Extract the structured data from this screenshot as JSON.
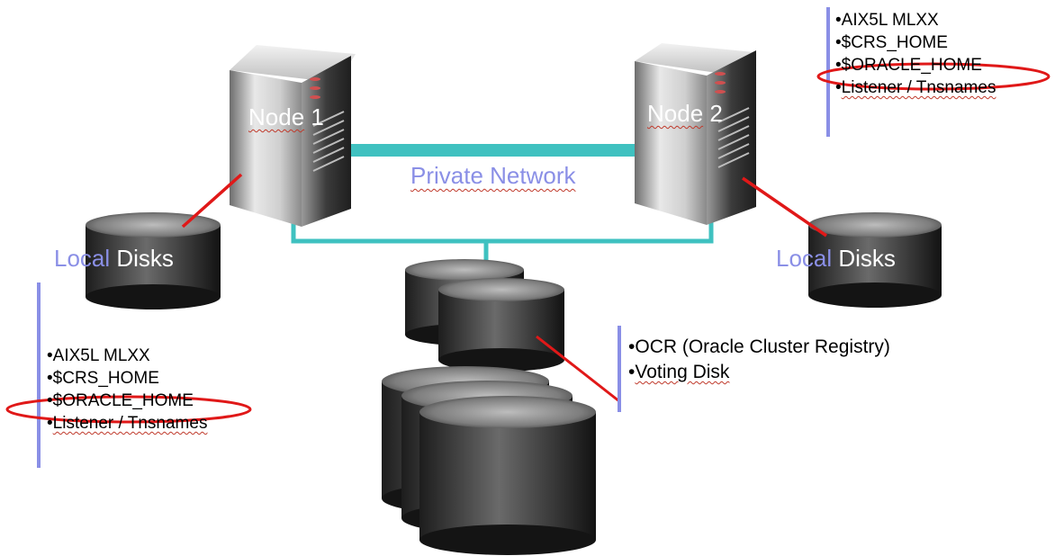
{
  "colors": {
    "network": "#3fc1c0",
    "red_link": "#e01818",
    "divider": "#8a8fe6",
    "label_blue": "#8a8fe6",
    "highlight_ellipse": "#e01818"
  },
  "nodes": [
    {
      "label_prefix": "Node",
      "label_number": "1"
    },
    {
      "label_prefix": "Node",
      "label_number": "2"
    }
  ],
  "network": {
    "label": "Private Network"
  },
  "local_disks": [
    {
      "label_a": "Local",
      "label_b": " Disks"
    },
    {
      "label_a": "Local",
      "label_b": " Disks"
    }
  ],
  "node1_info": {
    "items": [
      "AIX5L MLXX",
      "$CRS_HOME",
      "$ORACLE_HOME",
      "Listener / Tnsnames"
    ]
  },
  "node2_info": {
    "items": [
      "AIX5L MLXX",
      "$CRS_HOME",
      "$ORACLE_HOME",
      "Listener / Tnsnames"
    ]
  },
  "shared_info": {
    "items": [
      "OCR (Oracle Cluster Registry)",
      "Voting Disk"
    ]
  }
}
